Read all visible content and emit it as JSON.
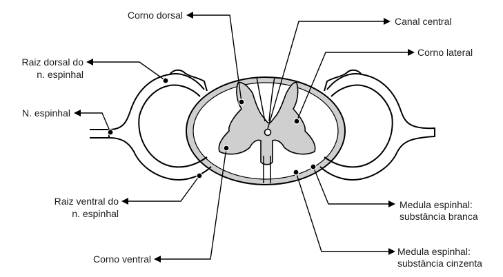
{
  "labels": {
    "corno_dorsal": "Corno dorsal",
    "canal_central": "Canal central",
    "corno_lateral": "Corno lateral",
    "raiz_dorsal_1": "Raiz dorsal do",
    "raiz_dorsal_2": "n. espinhal",
    "n_espinhal": "N. espinhal",
    "raiz_ventral_1": "Raiz ventral do",
    "raiz_ventral_2": "n. espinhal",
    "branca_1": "Medula espinhal:",
    "branca_2": "substância branca",
    "cinzenta_1": "Medula espinhal:",
    "cinzenta_2": "substância cinzenta",
    "corno_ventral": "Corno ventral"
  },
  "colors": {
    "gray_matter": "#cfcfcf",
    "outline": "#000000",
    "background": "#ffffff"
  }
}
